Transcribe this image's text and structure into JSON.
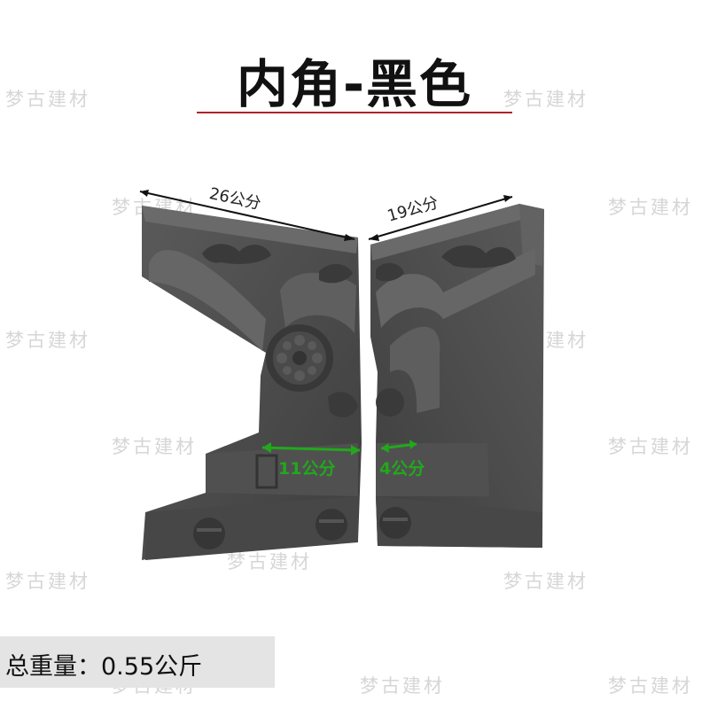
{
  "title": "内角-黑色",
  "watermark": "梦古建材",
  "dimensions": {
    "left_width": "26公分",
    "right_width": "19公分",
    "left_depth": "11公分",
    "right_depth": "4公分"
  },
  "weight_label": "总重量：0.55公斤",
  "colors": {
    "accent_rule": "#b0232a",
    "dimension_green": "#22a81c",
    "tile": "#4a4a4a"
  }
}
